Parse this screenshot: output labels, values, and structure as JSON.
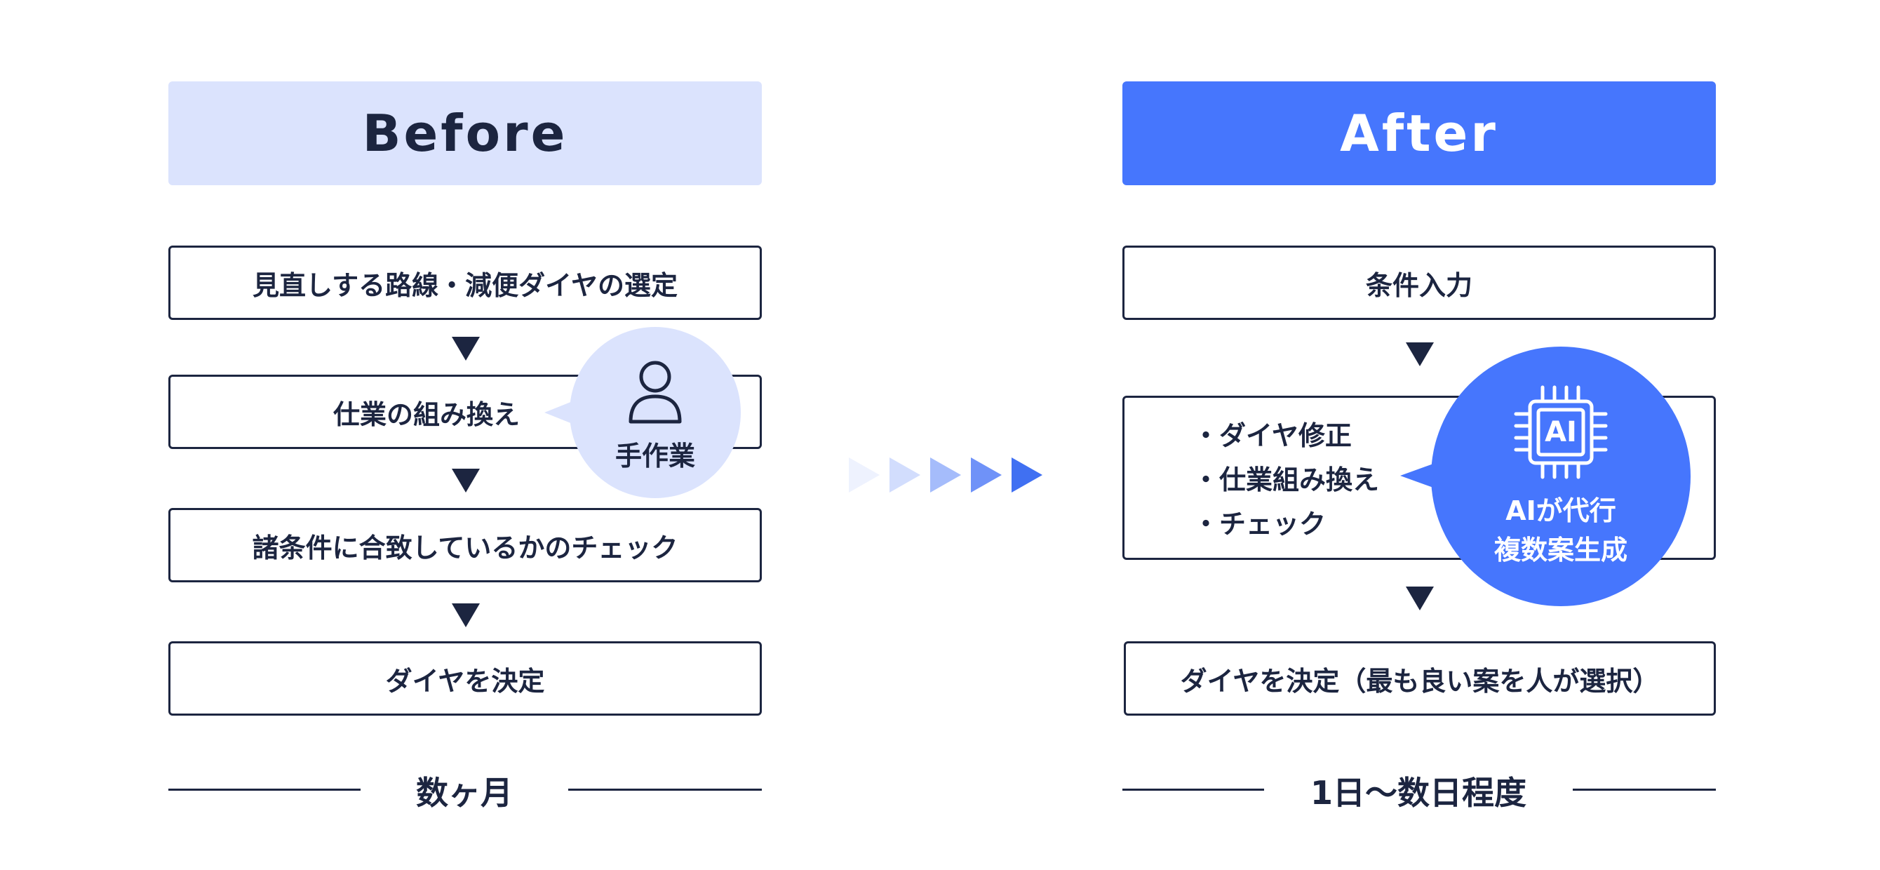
{
  "before": {
    "header": "Before",
    "steps": [
      "見直しする路線・減便ダイヤの選定",
      "仕業の組み換え",
      "諸条件に合致しているかのチェック",
      "ダイヤを決定"
    ],
    "bubble": {
      "label": "手作業",
      "icon": "person-icon"
    },
    "duration": "数ヶ月"
  },
  "after": {
    "header": "After",
    "steps": {
      "input": "条件入力",
      "tasks": [
        "・ダイヤ修正",
        "・仕業組み換え",
        "・チェック"
      ],
      "decide": "ダイヤを決定（最も良い案を人が選択）"
    },
    "bubble": {
      "chip_text": "AI",
      "line1": "AIが代行",
      "line2": "複数案生成",
      "icon": "ai-chip-icon"
    },
    "duration": "1日〜数日程度"
  },
  "colors": {
    "navy": "#1c2540",
    "accent_blue": "#4676fd",
    "light_blue": "#dbe3fd",
    "chevrons": [
      "#eef2fe",
      "#d2ddfd",
      "#a5bcfb",
      "#6f92f8",
      "#4070f2"
    ]
  }
}
